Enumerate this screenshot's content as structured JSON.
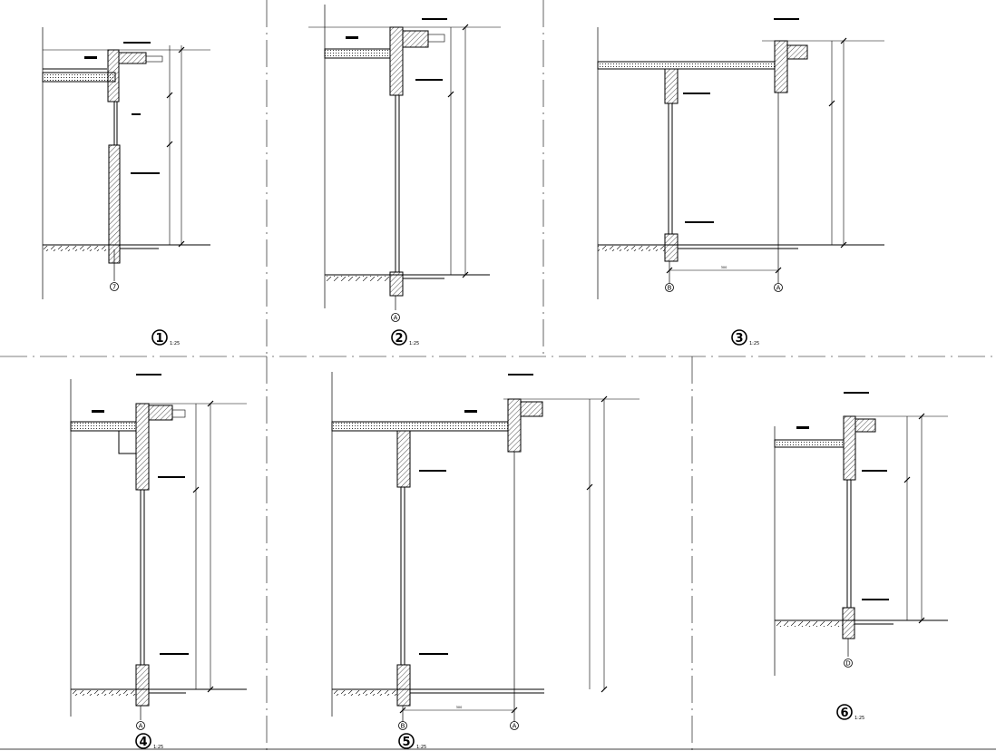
{
  "details": [
    {
      "number": "1",
      "scale": "1:25",
      "axis": "7"
    },
    {
      "number": "2",
      "scale": "1:25",
      "axis": "A"
    },
    {
      "number": "3",
      "scale": "1:25",
      "axis_left": "B",
      "axis_right": "A",
      "span": "300"
    },
    {
      "number": "4",
      "scale": "1:25",
      "axis": "A"
    },
    {
      "number": "5",
      "scale": "1:25",
      "axis_left": "B",
      "axis_right": "A",
      "span": "300"
    },
    {
      "number": "6",
      "scale": "1:25",
      "axis": "D"
    }
  ]
}
